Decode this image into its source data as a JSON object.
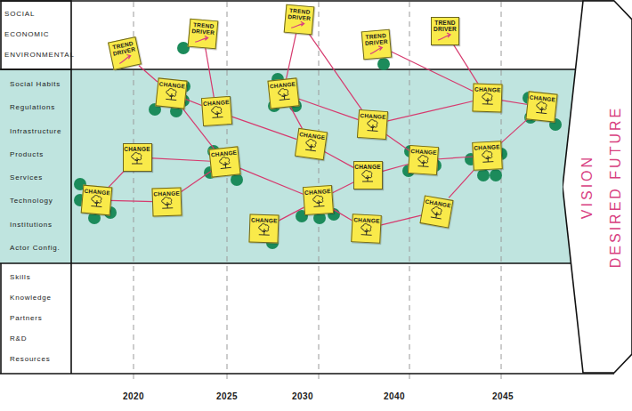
{
  "diagram": {
    "nodes": [
      {
        "text": [
          "SOCIAL",
          "ECONOMIC",
          "ENVIRONMENTAL"
        ]
      },
      {
        "text": [
          "Social Habits",
          "Regulations",
          "Infrastructure",
          "Products",
          "Services",
          "Technology",
          "Institutions",
          "Actor Config."
        ]
      },
      {
        "text": [
          "Skills",
          "Knowledge",
          "Partners",
          "R&D",
          "Resources"
        ]
      },
      {
        "text": [
          "VISION",
          "DESIRED FUTURE"
        ]
      },
      {
        "text": [
          "TREND DRIVER"
        ]
      },
      {
        "text": [
          "TREND DRIVER"
        ]
      },
      {
        "text": [
          "TREND DRIVER"
        ]
      },
      {
        "text": [
          "TREND DRIVER"
        ]
      },
      {
        "text": [
          "TREND DRIVER"
        ]
      },
      {
        "text": [
          "CHANGE"
        ]
      },
      {
        "text": [
          "CHANGE"
        ]
      },
      {
        "text": [
          "CHANGE"
        ]
      },
      {
        "text": [
          "CHANGE"
        ]
      },
      {
        "text": [
          "CHANGE"
        ]
      },
      {
        "text": [
          "CHANGE"
        ]
      },
      {
        "text": [
          "CHANGE"
        ]
      },
      {
        "text": [
          "CHANGE"
        ]
      },
      {
        "text": [
          "CHANGE"
        ]
      },
      {
        "text": [
          "CHANGE"
        ]
      },
      {
        "text": [
          "CHANGE"
        ]
      },
      {
        "text": [
          "CHANGE"
        ]
      },
      {
        "text": [
          "CHANGE"
        ]
      },
      {
        "text": [
          "CHANGE"
        ]
      },
      {
        "text": [
          "CHANGE"
        ]
      },
      {
        "text": [
          "CHANGE"
        ]
      },
      {
        "text": [
          "CHANGE"
        ]
      },
      {
        "text": [
          "CHANGE"
        ]
      }
    ],
    "edges": [
      {
        "from": 4,
        "to": 9,
        "arrow": "none"
      },
      {
        "from": 5,
        "to": 10,
        "arrow": "none"
      },
      {
        "from": 6,
        "to": 11,
        "arrow": "none"
      },
      {
        "from": 6,
        "to": 12,
        "arrow": "none"
      },
      {
        "from": 7,
        "to": 13,
        "arrow": "none"
      },
      {
        "from": 8,
        "to": 13,
        "arrow": "none"
      },
      {
        "from": 9,
        "to": 10,
        "arrow": "none"
      },
      {
        "from": 9,
        "to": 16,
        "arrow": "none"
      },
      {
        "from": 10,
        "to": 17,
        "arrow": "none"
      },
      {
        "from": 11,
        "to": 12,
        "arrow": "none"
      },
      {
        "from": 11,
        "to": 17,
        "arrow": "none"
      },
      {
        "from": 12,
        "to": 13,
        "arrow": "none"
      },
      {
        "from": 12,
        "to": 19,
        "arrow": "none"
      },
      {
        "from": 13,
        "to": 14,
        "arrow": "none"
      },
      {
        "from": 20,
        "to": 14,
        "arrow": "none"
      },
      {
        "from": 21,
        "to": 15,
        "arrow": "none"
      },
      {
        "from": 21,
        "to": 22,
        "arrow": "none"
      },
      {
        "from": 15,
        "to": 16,
        "arrow": "none"
      },
      {
        "from": 22,
        "to": 16,
        "arrow": "none"
      },
      {
        "from": 16,
        "to": 23,
        "arrow": "none"
      },
      {
        "from": 24,
        "to": 23,
        "arrow": "none"
      },
      {
        "from": 23,
        "to": 18,
        "arrow": "none"
      },
      {
        "from": 23,
        "to": 25,
        "arrow": "none"
      },
      {
        "from": 17,
        "to": 18,
        "arrow": "none"
      },
      {
        "from": 18,
        "to": 19,
        "arrow": "none"
      },
      {
        "from": 19,
        "to": 20,
        "arrow": "none"
      },
      {
        "from": 25,
        "to": 26,
        "arrow": "none"
      },
      {
        "from": 26,
        "to": 20,
        "arrow": "none"
      }
    ],
    "labels": [
      "2020",
      "2025",
      "2030",
      "2040",
      "2045"
    ]
  }
}
